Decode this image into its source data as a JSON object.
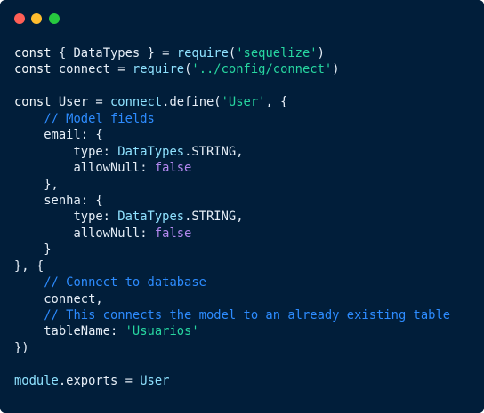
{
  "window": {
    "controls": [
      {
        "name": "close",
        "color": "#ff5f56"
      },
      {
        "name": "minimize",
        "color": "#ffbd2e"
      },
      {
        "name": "zoom",
        "color": "#27c93f"
      }
    ]
  },
  "code": {
    "lines": [
      [
        {
          "t": "const",
          "c": "kw"
        },
        {
          "t": " { DataTypes } = ",
          "c": "prop"
        },
        {
          "t": "require",
          "c": "fn"
        },
        {
          "t": "(",
          "c": "prop"
        },
        {
          "t": "'sequelize'",
          "c": "str"
        },
        {
          "t": ")",
          "c": "prop"
        }
      ],
      [
        {
          "t": "const",
          "c": "kw"
        },
        {
          "t": " connect = ",
          "c": "prop"
        },
        {
          "t": "require",
          "c": "fn"
        },
        {
          "t": "(",
          "c": "prop"
        },
        {
          "t": "'../config/connect'",
          "c": "str"
        },
        {
          "t": ")",
          "c": "prop"
        }
      ],
      [],
      [
        {
          "t": "const",
          "c": "kw"
        },
        {
          "t": " User = ",
          "c": "prop"
        },
        {
          "t": "connect",
          "c": "fn"
        },
        {
          "t": ".define(",
          "c": "prop"
        },
        {
          "t": "'User'",
          "c": "str"
        },
        {
          "t": ", {",
          "c": "prop"
        }
      ],
      [
        {
          "t": "    ",
          "c": "prop"
        },
        {
          "t": "// Model fields",
          "c": "cmt"
        }
      ],
      [
        {
          "t": "    email: {",
          "c": "prop"
        }
      ],
      [
        {
          "t": "        type: ",
          "c": "prop"
        },
        {
          "t": "DataTypes",
          "c": "cls"
        },
        {
          "t": ".STRING,",
          "c": "prop"
        }
      ],
      [
        {
          "t": "        allowNull: ",
          "c": "prop"
        },
        {
          "t": "false",
          "c": "bool"
        }
      ],
      [
        {
          "t": "    },",
          "c": "prop"
        }
      ],
      [
        {
          "t": "    senha: {",
          "c": "prop"
        }
      ],
      [
        {
          "t": "        type: ",
          "c": "prop"
        },
        {
          "t": "DataTypes",
          "c": "cls"
        },
        {
          "t": ".STRING,",
          "c": "prop"
        }
      ],
      [
        {
          "t": "        allowNull: ",
          "c": "prop"
        },
        {
          "t": "false",
          "c": "bool"
        }
      ],
      [
        {
          "t": "    }",
          "c": "prop"
        }
      ],
      [
        {
          "t": "}, {",
          "c": "prop"
        }
      ],
      [
        {
          "t": "    ",
          "c": "prop"
        },
        {
          "t": "// Connect to database",
          "c": "cmt"
        }
      ],
      [
        {
          "t": "    connect,",
          "c": "prop"
        }
      ],
      [
        {
          "t": "    ",
          "c": "prop"
        },
        {
          "t": "// This connects the model to an already existing table",
          "c": "cmt"
        }
      ],
      [
        {
          "t": "    tableName: ",
          "c": "prop"
        },
        {
          "t": "'Usuarios'",
          "c": "str"
        }
      ],
      [
        {
          "t": "})",
          "c": "prop"
        }
      ],
      [],
      [
        {
          "t": "module",
          "c": "fn"
        },
        {
          "t": ".exports = ",
          "c": "prop"
        },
        {
          "t": "User",
          "c": "fn"
        }
      ]
    ]
  }
}
